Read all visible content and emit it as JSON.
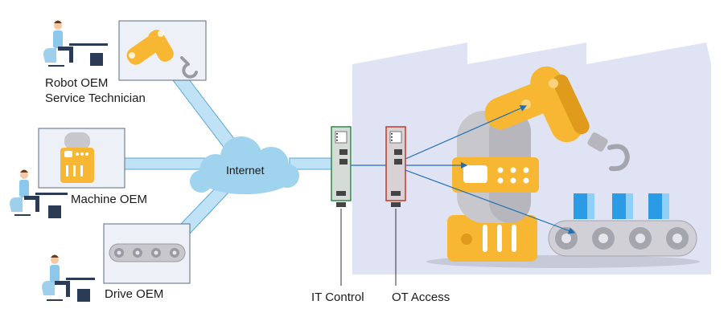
{
  "labels": {
    "robot_oem": "Robot OEM\nService Technician",
    "machine_oem": "Machine OEM",
    "drive_oem": "Drive OEM",
    "internet": "Internet",
    "it_control": "IT Control",
    "ot_access": "OT Access"
  },
  "colors": {
    "link_blue": "#bfe2f6",
    "link_stroke": "#5aa7d8",
    "cloud": "#9fd3ee",
    "factory_bg": "#dfe3f4",
    "robot_yellow": "#f7b733",
    "robot_gray": "#c8c8cc",
    "it_accent": "#2e8b4a",
    "ot_accent": "#c0392b",
    "arrow": "#1f6fb4"
  }
}
